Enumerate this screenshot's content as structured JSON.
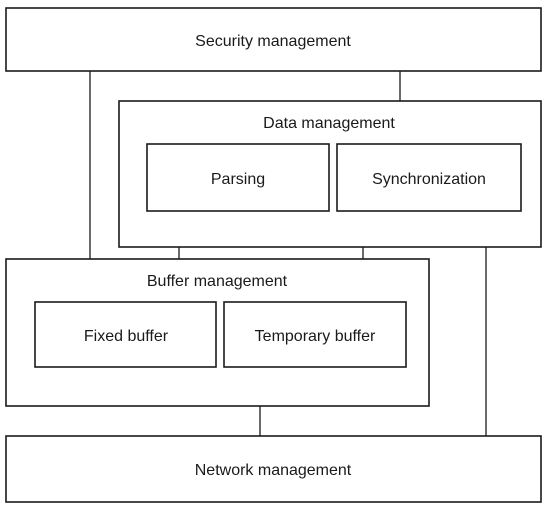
{
  "diagram": {
    "security": {
      "label": "Security management"
    },
    "data": {
      "label": "Data management",
      "parsing": "Parsing",
      "synchronization": "Synchronization"
    },
    "buffer": {
      "label": "Buffer management",
      "fixed": "Fixed buffer",
      "temporary": "Temporary buffer"
    },
    "network": {
      "label": "Network management"
    }
  }
}
